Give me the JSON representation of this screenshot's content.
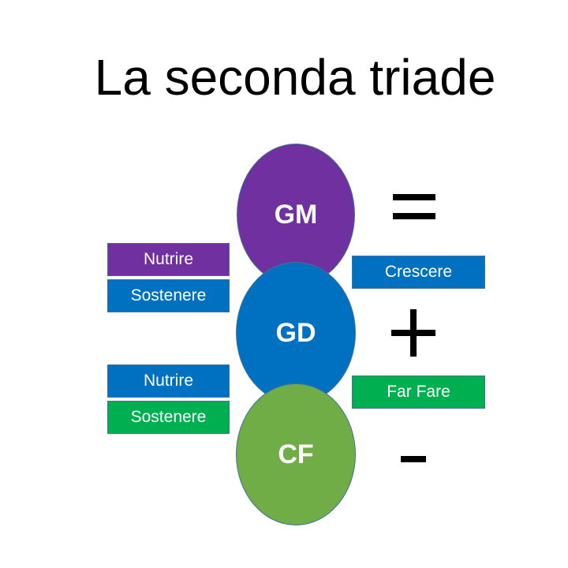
{
  "title": "La seconda triade",
  "ellipses": [
    {
      "label": "GM",
      "color": "#7030a0"
    },
    {
      "label": "GD",
      "color": "#0070c0"
    },
    {
      "label": "CF",
      "color": "#70ad47"
    }
  ],
  "left_boxes": [
    {
      "label": "Nutrire",
      "color": "#7030a0"
    },
    {
      "label": "Sostenere",
      "color": "#0070c0"
    },
    {
      "label": "Nutrire",
      "color": "#0070c0"
    },
    {
      "label": "Sostenere",
      "color": "#00b050"
    }
  ],
  "right_boxes": [
    {
      "label": "Crescere",
      "color": "#0070c0"
    },
    {
      "label": "Far Fare",
      "color": "#00b050"
    }
  ],
  "symbols": [
    "equals-icon",
    "plus-icon",
    "minus-icon"
  ]
}
